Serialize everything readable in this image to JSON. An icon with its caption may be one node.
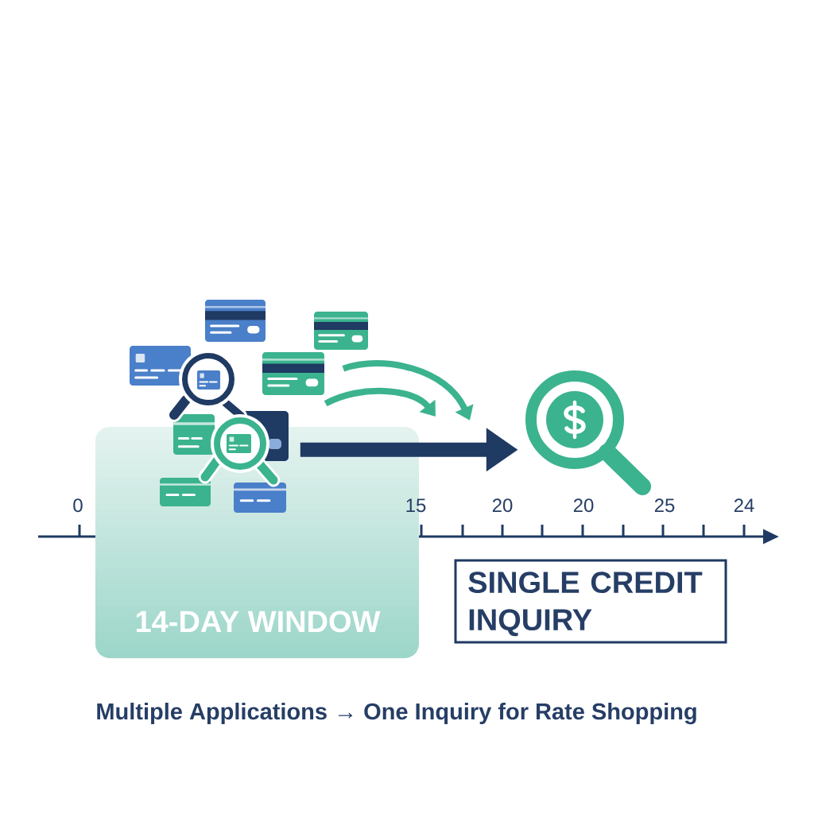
{
  "diagram": {
    "caption": "Multiple Applications → One Inquiry for Rate Shopping",
    "nodes": [
      {
        "text": [
          "14-DAY WINDOW"
        ]
      },
      {
        "text": [],
        "shape": "picture"
      },
      {
        "text": [],
        "shape": "picture"
      },
      {
        "text": [
          "SINGLE CREDIT INQUIRY"
        ]
      }
    ],
    "edges": [
      {
        "from": 0,
        "to": 2,
        "arrow": "to",
        "style": "thick",
        "color": "#1f3a63"
      },
      {
        "from": 1,
        "to": null,
        "arrow": "to"
      },
      {
        "from": 1,
        "to": null,
        "arrow": "to"
      }
    ],
    "labels": [
      "0",
      "15",
      "20",
      "20",
      "25",
      "24"
    ]
  }
}
